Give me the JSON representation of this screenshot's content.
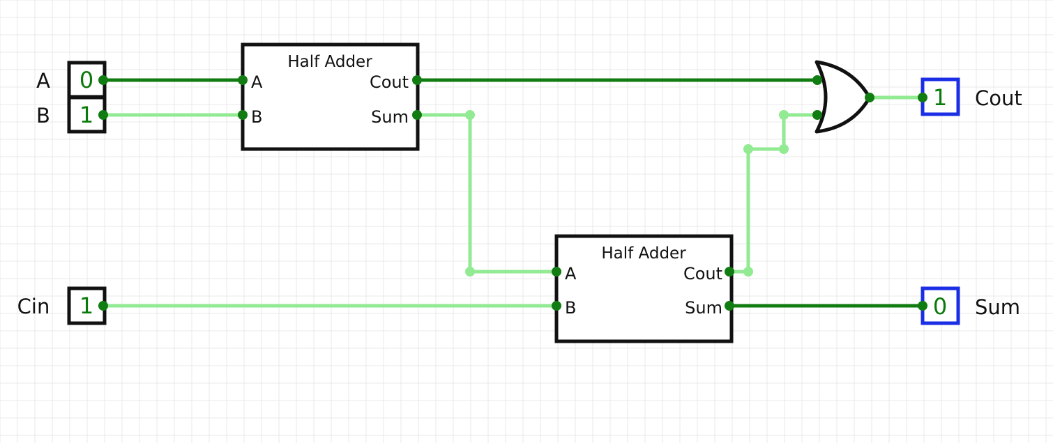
{
  "colors": {
    "wire_on": "#117c11",
    "wire_off": "#92ea92",
    "pin_dot": "#117c11",
    "input_border": "#111111",
    "output_border": "#1a2ee6",
    "value_text": "#0a7a0a"
  },
  "inputs": [
    {
      "id": "a",
      "label": "A",
      "value": "0"
    },
    {
      "id": "b",
      "label": "B",
      "value": "1"
    },
    {
      "id": "cin",
      "label": "Cin",
      "value": "1"
    }
  ],
  "outputs": [
    {
      "id": "cout",
      "label": "Cout",
      "value": "1"
    },
    {
      "id": "sum",
      "label": "Sum",
      "value": "0"
    }
  ],
  "components": [
    {
      "id": "ha1",
      "title": "Half Adder",
      "in_ports": [
        "A",
        "B"
      ],
      "out_ports": [
        "Cout",
        "Sum"
      ]
    },
    {
      "id": "ha2",
      "title": "Half Adder",
      "in_ports": [
        "A",
        "B"
      ],
      "out_ports": [
        "Cout",
        "Sum"
      ]
    }
  ],
  "gates": [
    {
      "id": "or1",
      "type": "OR",
      "icon": "or-gate-icon"
    }
  ],
  "wires": [
    {
      "id": "a-to-ha1a",
      "from": "A",
      "to": "Half Adder 1 · A",
      "state": "on"
    },
    {
      "id": "b-to-ha1b",
      "from": "B",
      "to": "Half Adder 1 · B",
      "state": "off"
    },
    {
      "id": "ha1cout-to-or",
      "from": "Half Adder 1 · Cout",
      "to": "OR · in 1",
      "state": "on"
    },
    {
      "id": "ha1sum-to-ha2a",
      "from": "Half Adder 1 · Sum",
      "to": "Half Adder 2 · A",
      "state": "off"
    },
    {
      "id": "cin-to-ha2b",
      "from": "Cin",
      "to": "Half Adder 2 · B",
      "state": "off"
    },
    {
      "id": "ha2cout-to-or",
      "from": "Half Adder 2 · Cout",
      "to": "OR · in 2",
      "state": "off"
    },
    {
      "id": "or-to-cout",
      "from": "OR · out",
      "to": "Cout",
      "state": "off"
    },
    {
      "id": "ha2sum-to-sum",
      "from": "Half Adder 2 · Sum",
      "to": "Sum",
      "state": "on"
    }
  ]
}
